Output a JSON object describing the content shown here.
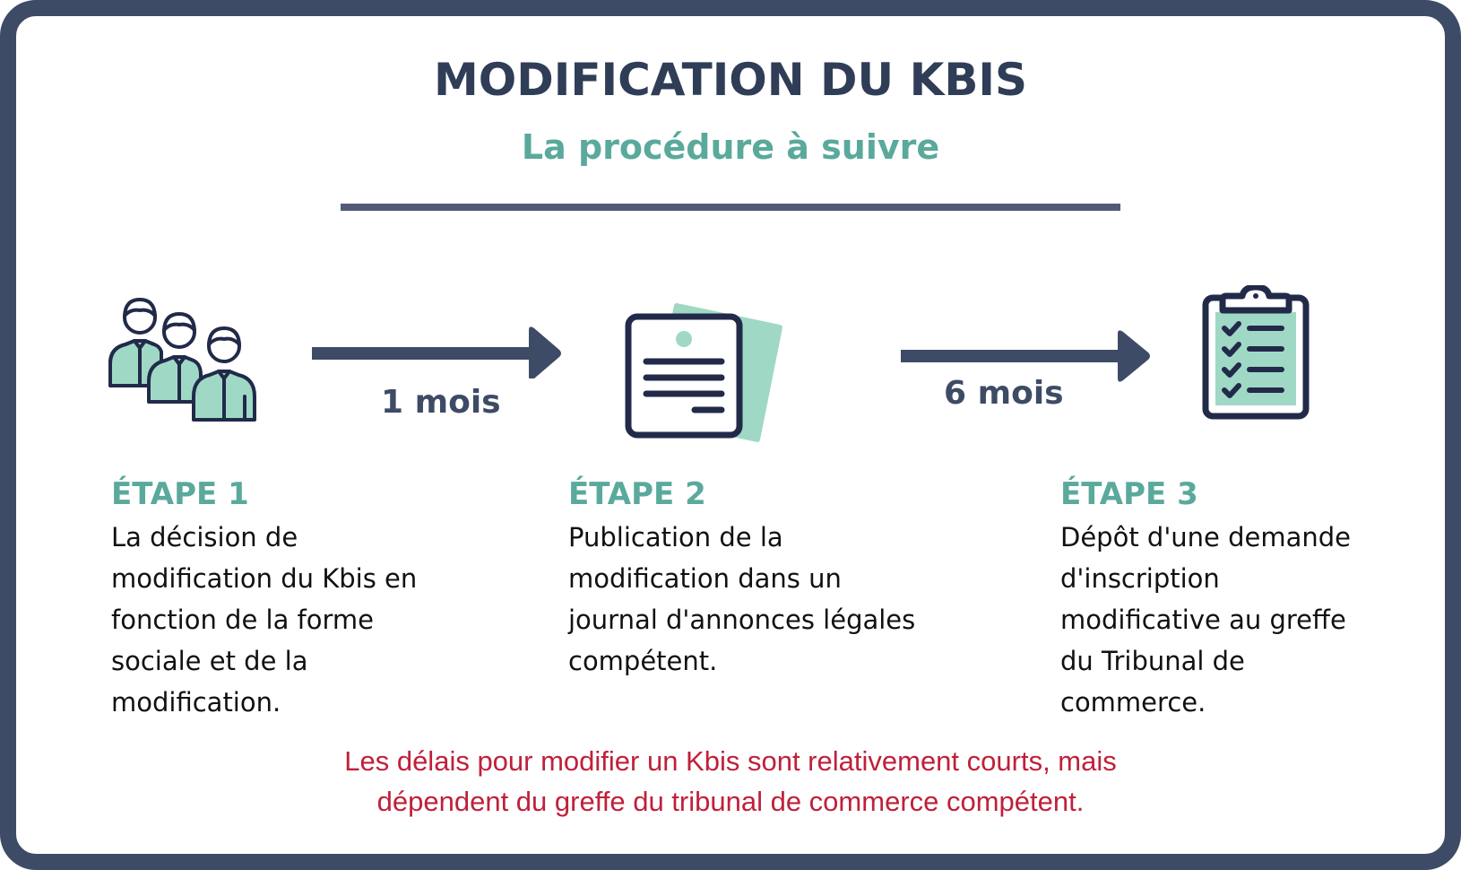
{
  "header": {
    "title": "MODIFICATION DU KBIS",
    "subtitle": "La procédure à suivre"
  },
  "colors": {
    "frame": "#3e4b66",
    "title": "#2f3d57",
    "accent_teal": "#5aa99c",
    "icon_fill_mint": "#9fd9c5",
    "icon_stroke": "#222a4a",
    "divider": "#525a78",
    "note_red": "#c0203a"
  },
  "flow": {
    "transitions": [
      {
        "label": "1 mois",
        "icon": "arrow-right-icon"
      },
      {
        "label": "6 mois",
        "icon": "arrow-right-icon"
      }
    ]
  },
  "steps": [
    {
      "label": "ÉTAPE 1",
      "icon": "group-people-icon",
      "lines": [
        "La décision de",
        "modification du Kbis en",
        "fonction de la forme",
        "sociale et de la",
        "modification."
      ]
    },
    {
      "label": "ÉTAPE 2",
      "icon": "document-icon",
      "lines": [
        "Publication de la",
        "modification dans un",
        "journal d'annonces légales",
        "compétent."
      ]
    },
    {
      "label": "ÉTAPE 3",
      "icon": "clipboard-checklist-icon",
      "lines": [
        "Dépôt d'une demande",
        "d'inscription",
        "modificative au greffe",
        "du Tribunal de",
        "commerce."
      ]
    }
  ],
  "note": {
    "line1": "Les délais pour modifier un Kbis sont relativement courts, mais",
    "line2": "dépendent du greffe du tribunal de commerce compétent."
  }
}
